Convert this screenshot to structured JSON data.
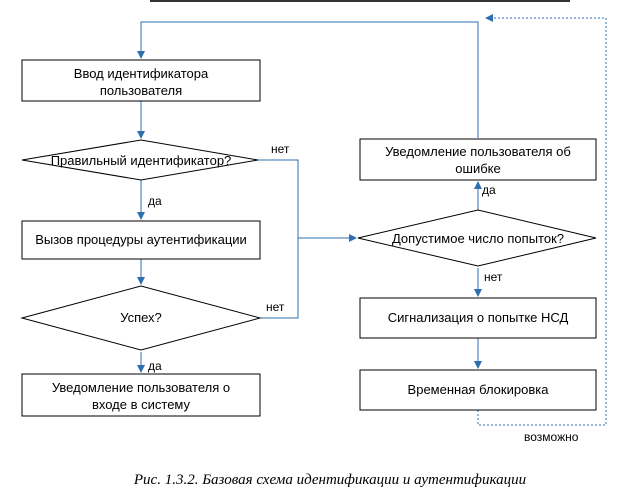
{
  "diagram": {
    "nodes": {
      "input_id": {
        "line1": "Ввод идентификатора",
        "line2": "пользователя"
      },
      "id_check": "Правильный идентификатор?",
      "auth_call": "Вызов процедуры аутентификации",
      "success": "Успех?",
      "notify_login": {
        "line1": "Уведомление пользователя о",
        "line2": "входе в систему"
      },
      "notify_error": {
        "line1": "Уведомление пользователя об",
        "line2": "ошибке"
      },
      "attempts_check": "Допустимое число попыток?",
      "nsd_signal": "Сигнализация о попытке НСД",
      "temp_block": "Временная блокировка"
    },
    "edge_labels": {
      "id_yes": "да",
      "id_no": "нет",
      "success_yes": "да",
      "success_no": "нет",
      "attempts_yes": "да",
      "attempts_no": "нет",
      "possible": "возможно"
    }
  },
  "caption": "Рис. 1.3.2. Базовая схема идентификации и аутентификации",
  "colors": {
    "connector": "#2e6fb0",
    "box_stroke": "#000000"
  }
}
